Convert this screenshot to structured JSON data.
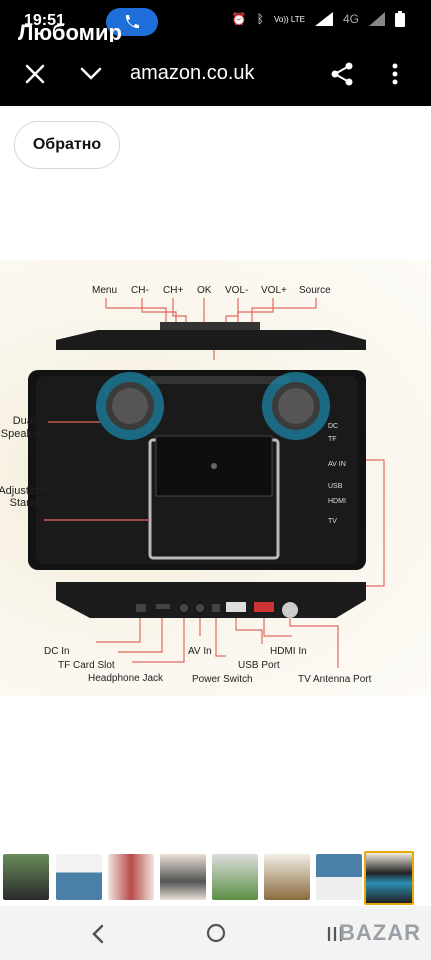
{
  "status": {
    "time": "19:51",
    "network": "4G",
    "volte": "Vo)) LTE"
  },
  "overlay": {
    "name": "Любомир"
  },
  "toolbar": {
    "url": "amazon.co.uk"
  },
  "page": {
    "back_label": "Обратно"
  },
  "product_image": {
    "top_labels": [
      "Menu",
      "CH-",
      "CH+",
      "OK",
      "VOL-",
      "VOL+",
      "Source"
    ],
    "left_labels": [
      "Dual",
      "Speakers",
      "Adjustable",
      "Stand"
    ],
    "side_labels": [
      "DC",
      "TF",
      "AV IN",
      "USB",
      "HDMI",
      "TV"
    ],
    "bottom_labels": [
      "DC In",
      "TF Card Slot",
      "Headphone Jack",
      "AV In",
      "Power Switch",
      "USB Port",
      "HDMI In",
      "TV Antenna Port"
    ]
  },
  "gallery": {
    "count": 8,
    "selected_index": 7
  },
  "watermark": "BAZAR"
}
